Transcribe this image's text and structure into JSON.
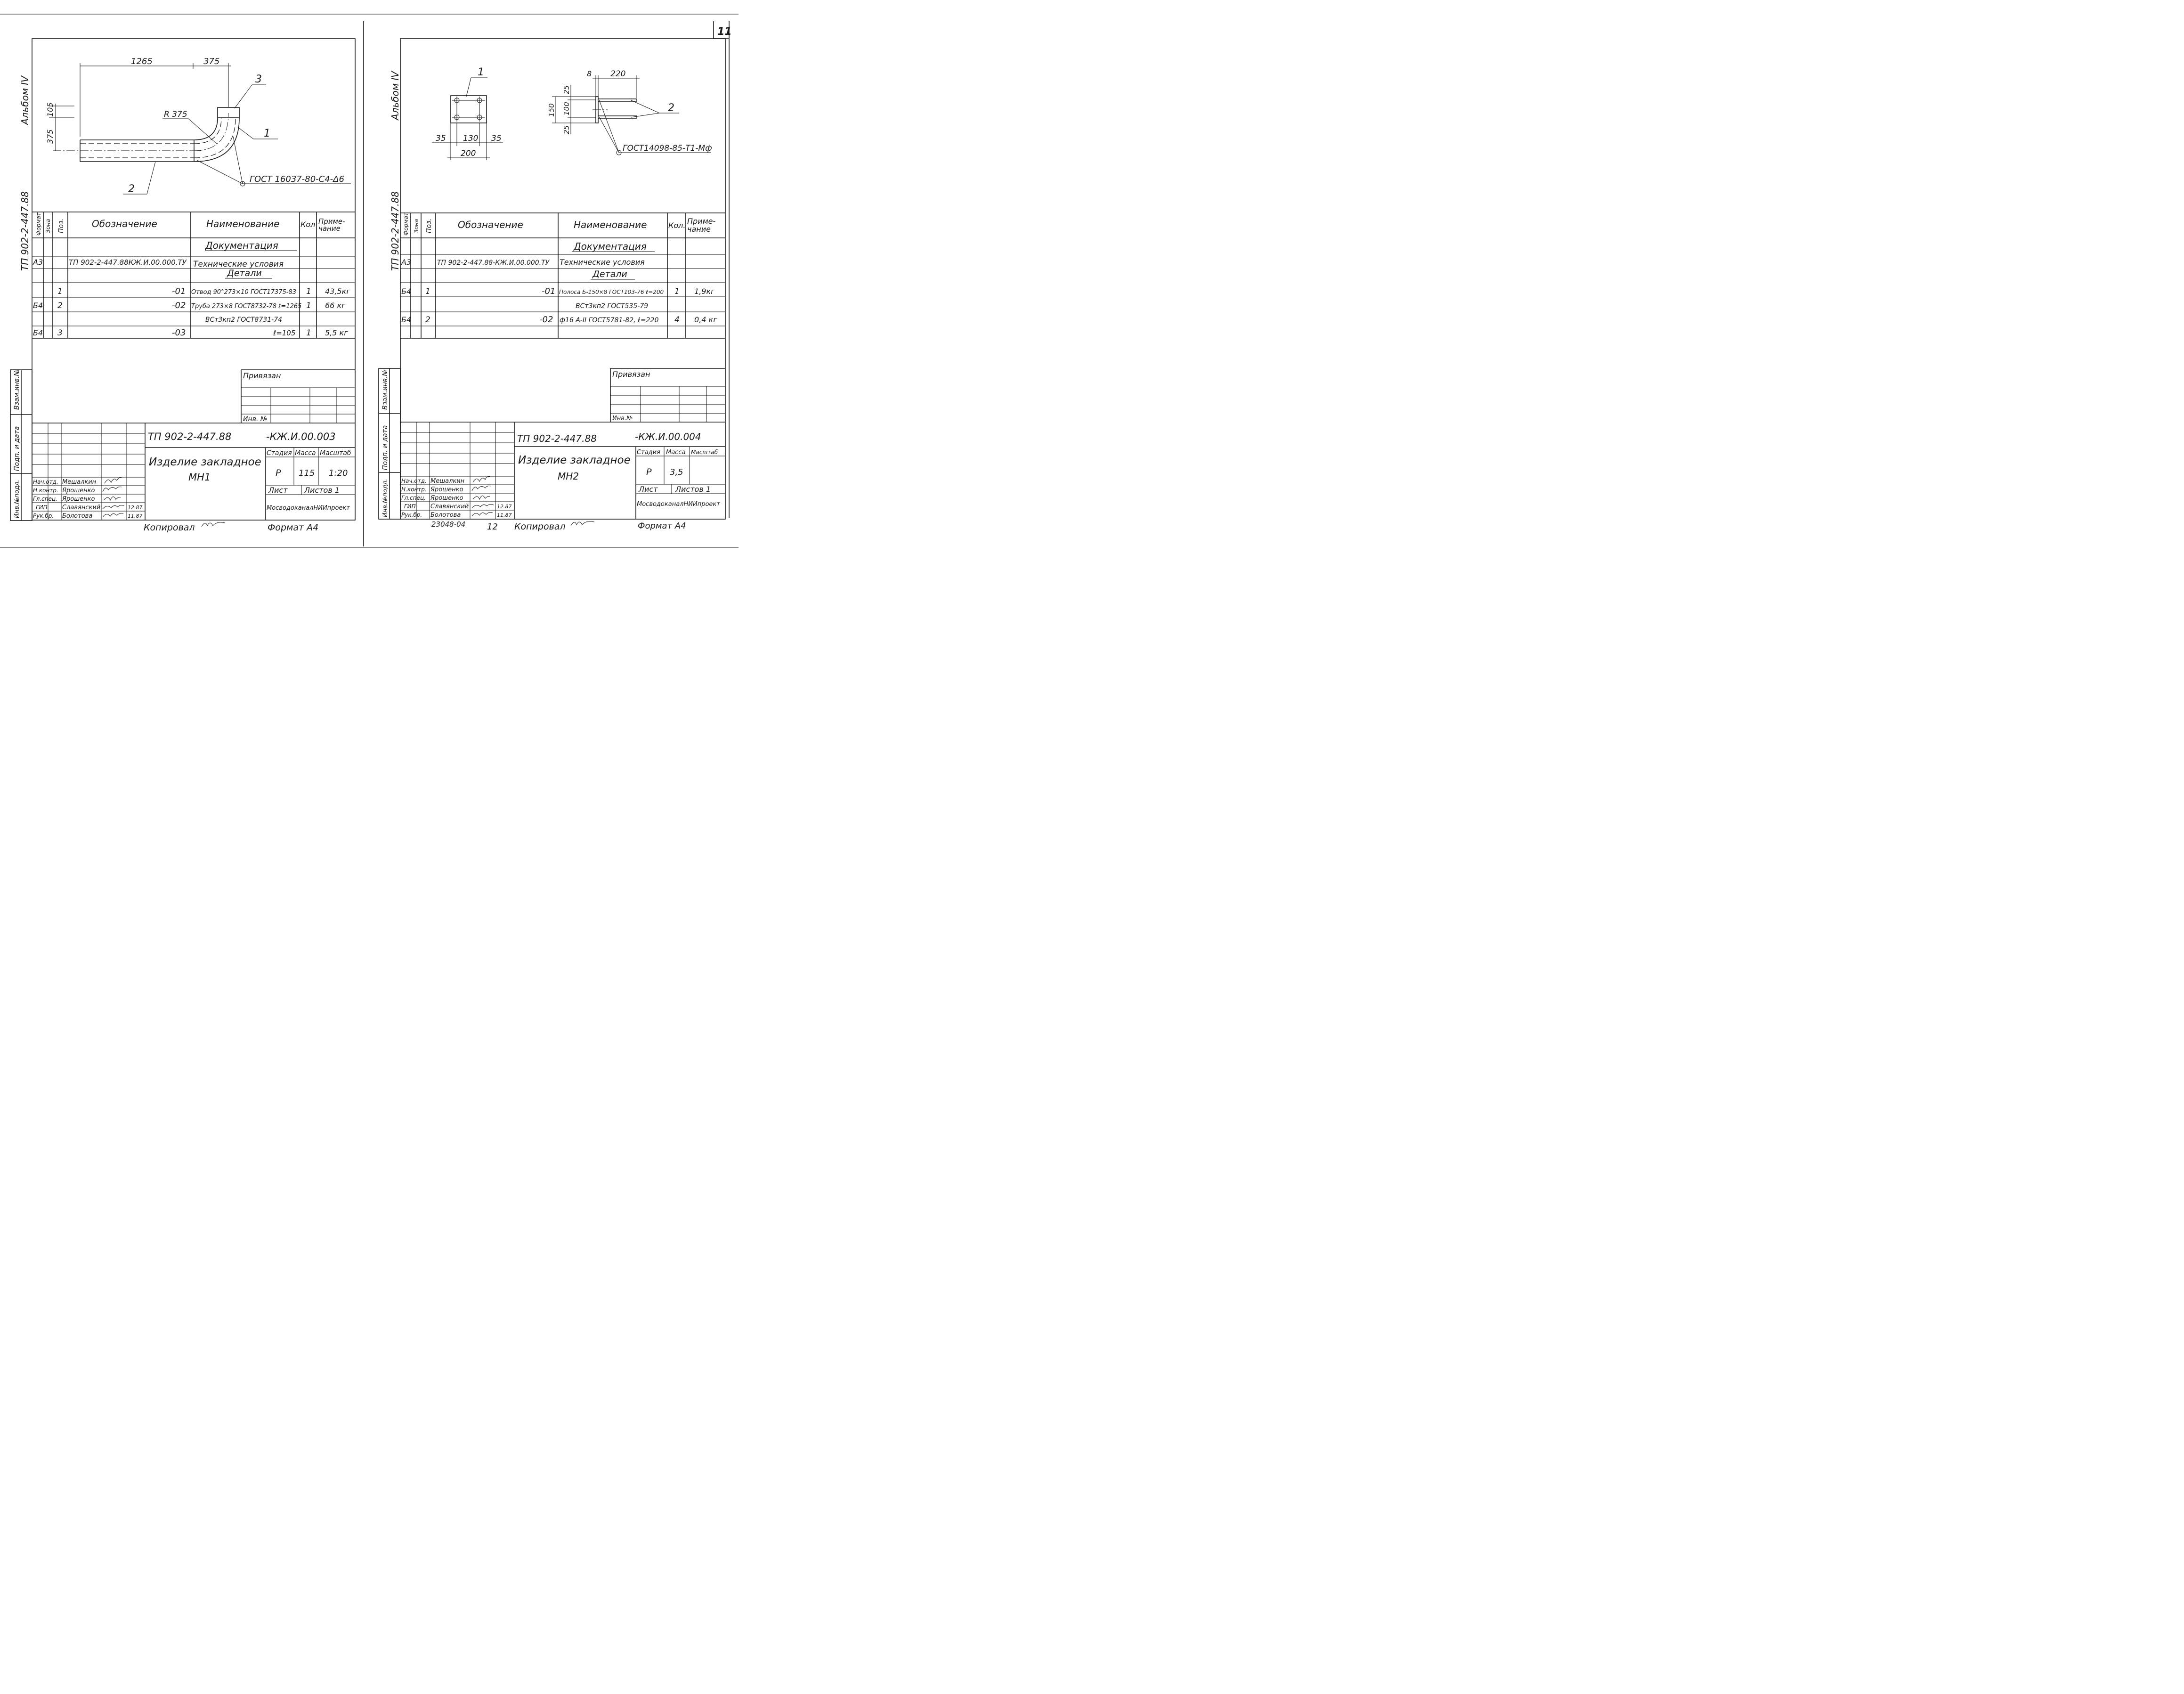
{
  "page_number": "11",
  "left": {
    "album": "Альбом IV",
    "side_code": "ТП 902-2-447.88",
    "drawing": {
      "dim_1265": "1265",
      "dim_375_top": "375",
      "dim_105": "105",
      "dim_375_left": "375",
      "radius": "R 375",
      "pos_1": "1",
      "pos_2": "2",
      "pos_3": "3",
      "weld": "ГОСТ 16037-80-С4-Δ6"
    },
    "spec": {
      "headers": {
        "format": "Формат",
        "zone": "Зона",
        "pos": "Поз.",
        "designation": "Обозначение",
        "name": "Наименование",
        "qty": "Кол",
        "note": "Приме-чание"
      },
      "rows": [
        {
          "format": "",
          "pos": "",
          "designation": "",
          "name": "Документация",
          "qty": "",
          "note": "",
          "type": "section"
        },
        {
          "format": "А3",
          "pos": "",
          "designation": "ТП 902-2-447.88КЖ.И.00.000.ТУ",
          "name": "Технические условия",
          "qty": "",
          "note": "",
          "type": "item"
        },
        {
          "format": "",
          "pos": "",
          "designation": "",
          "name": "Детали",
          "qty": "",
          "note": "",
          "type": "section"
        },
        {
          "format": "",
          "pos": "1",
          "designation": "-01",
          "name": "Отвод 90°273×10 ГОСТ17375-83",
          "qty": "1",
          "note": "43,5кг",
          "type": "item"
        },
        {
          "format": "Б4",
          "pos": "2",
          "designation": "-02",
          "name": "Труба 273×8 ГОСТ8732-78 ℓ=1265",
          "name2": "ВСт3кп2 ГОСТ8731-74",
          "qty": "1",
          "note": "66 кг",
          "type": "item"
        },
        {
          "format": "Б4",
          "pos": "3",
          "designation": "-03",
          "name": "ℓ=105",
          "qty": "1",
          "note": "5,5 кг",
          "type": "item"
        }
      ]
    },
    "privyazan": "Привязан",
    "inv": "Инв. №",
    "stamp": {
      "code_left": "ТП 902-2-447.88",
      "code_right": "-КЖ.И.00.003",
      "title": "Изделие закладное",
      "mark": "МН1",
      "stage_h": "Стадия",
      "mass_h": "Масса",
      "scale_h": "Масштаб",
      "stage": "Р",
      "mass": "115",
      "scale": "1:20",
      "sheet": "Лист",
      "sheets": "Листов 1",
      "org": "МосводоканалНИИпроект",
      "roles": [
        {
          "role": "Нач.отд.",
          "name": "Мешалкин"
        },
        {
          "role": "Н.контр.",
          "name": "Ярошенко"
        },
        {
          "role": "Гл.спец.",
          "name": "Ярошенко"
        },
        {
          "role": "ГИП",
          "name": "Славянский"
        },
        {
          "role": "Рук.бр.",
          "name": "Болотова"
        }
      ],
      "date1": "12.87",
      "date2": "11.87"
    },
    "side_labels": [
      "Взам.инв.№",
      "Подп. и дата",
      "Инв.№подл."
    ],
    "copied": "Копировал",
    "format": "Формат А4"
  },
  "right": {
    "album": "Альбом IV",
    "side_code": "ТП 902-2-447.88",
    "drawing": {
      "pos_1": "1",
      "pos_2": "2",
      "dim_35a": "35",
      "dim_130": "130",
      "dim_35b": "35",
      "dim_200": "200",
      "dim_8": "8",
      "dim_220": "220",
      "dim_25a": "25",
      "dim_100": "100",
      "dim_150": "150",
      "dim_25b": "25",
      "weld": "ГОСТ14098-85-Т1-Мф"
    },
    "spec": {
      "headers": {
        "format": "Формат",
        "zone": "Зона",
        "pos": "Поз.",
        "designation": "Обозначение",
        "name": "Наименование",
        "qty": "Кол.",
        "note": "Приме-чание"
      },
      "rows": [
        {
          "format": "",
          "pos": "",
          "designation": "",
          "name": "Документация",
          "qty": "",
          "note": "",
          "type": "section"
        },
        {
          "format": "А3",
          "pos": "",
          "designation": "ТП 902-2-447.88-КЖ.И.00.000.ТУ",
          "name": "Технические условия",
          "qty": "",
          "note": "",
          "type": "item"
        },
        {
          "format": "",
          "pos": "",
          "designation": "",
          "name": "Детали",
          "qty": "",
          "note": "",
          "type": "section"
        },
        {
          "format": "Б4",
          "pos": "1",
          "designation": "-01",
          "name": "Полоса Б-150×8 ГОСТ103-76 ℓ=200",
          "name2": "ВСт3кп2 ГОСТ535-79",
          "qty": "1",
          "note": "1,9кг",
          "type": "item"
        },
        {
          "format": "Б4",
          "pos": "2",
          "designation": "-02",
          "name": "ф16 А-II ГОСТ5781-82, ℓ=220",
          "qty": "4",
          "note": "0,4 кг",
          "type": "item"
        }
      ]
    },
    "privyazan": "Привязан",
    "inv": "Инв.№",
    "stamp": {
      "code_left": "ТП 902-2-447.88",
      "code_right": "-КЖ.И.00.004",
      "title": "Изделие закладное",
      "mark": "МН2",
      "stage_h": "Стадия",
      "mass_h": "Масса",
      "scale_h": "Масштаб",
      "stage": "Р",
      "mass": "3,5",
      "scale": "",
      "sheet": "Лист",
      "sheets": "Листов 1",
      "org": "МосводоканалНИИпроект",
      "roles": [
        {
          "role": "Нач.отд.",
          "name": "Мешалкин"
        },
        {
          "role": "Н.контр.",
          "name": "Ярошенко"
        },
        {
          "role": "Гл.спец.",
          "name": "Ярошенко"
        },
        {
          "role": "ГИП",
          "name": "Славянский"
        },
        {
          "role": "Рук.бр.",
          "name": "Болотова"
        }
      ],
      "date1": "12.87",
      "date2": "11.87"
    },
    "side_labels": [
      "Взам.инв.№",
      "Подп. и дата",
      "Инв.№подл."
    ],
    "bottom_num": "23048-04",
    "bottom_page": "12",
    "copied": "Копировал",
    "format": "Формат А4"
  }
}
